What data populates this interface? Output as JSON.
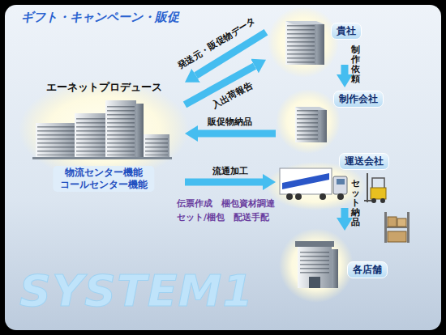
{
  "diagram": {
    "title": "ギフト・キャンペーン・販促",
    "nodes": [
      {
        "text": [
          "貴社"
        ]
      },
      {
        "text": [
          "エーネットプロデュース",
          "物流センター機能 コールセンター機能"
        ]
      },
      {
        "text": [
          "制作会社"
        ]
      },
      {
        "text": [
          "運送会社"
        ]
      },
      {
        "text": [
          "各店舗"
        ]
      }
    ],
    "edges": [
      {
        "from": 0,
        "to": 1,
        "label": "発送元・販促物データ",
        "arrow": "to"
      },
      {
        "from": 1,
        "to": 0,
        "label": "入出荷報告",
        "arrow": "to"
      },
      {
        "from": 0,
        "to": 2,
        "label": "制作依頼",
        "arrow": "to"
      },
      {
        "from": 2,
        "to": 1,
        "label": "販促物納品",
        "arrow": "to"
      },
      {
        "from": 1,
        "to": 3,
        "label": "流通加工",
        "arrow": "to"
      },
      {
        "from": 3,
        "to": 4,
        "label": "セット納品",
        "arrow": "to"
      }
    ],
    "labels": [
      "伝票作成　梱包資材調達",
      "セット/梱包　配送手配",
      "SYSTEM1"
    ]
  }
}
